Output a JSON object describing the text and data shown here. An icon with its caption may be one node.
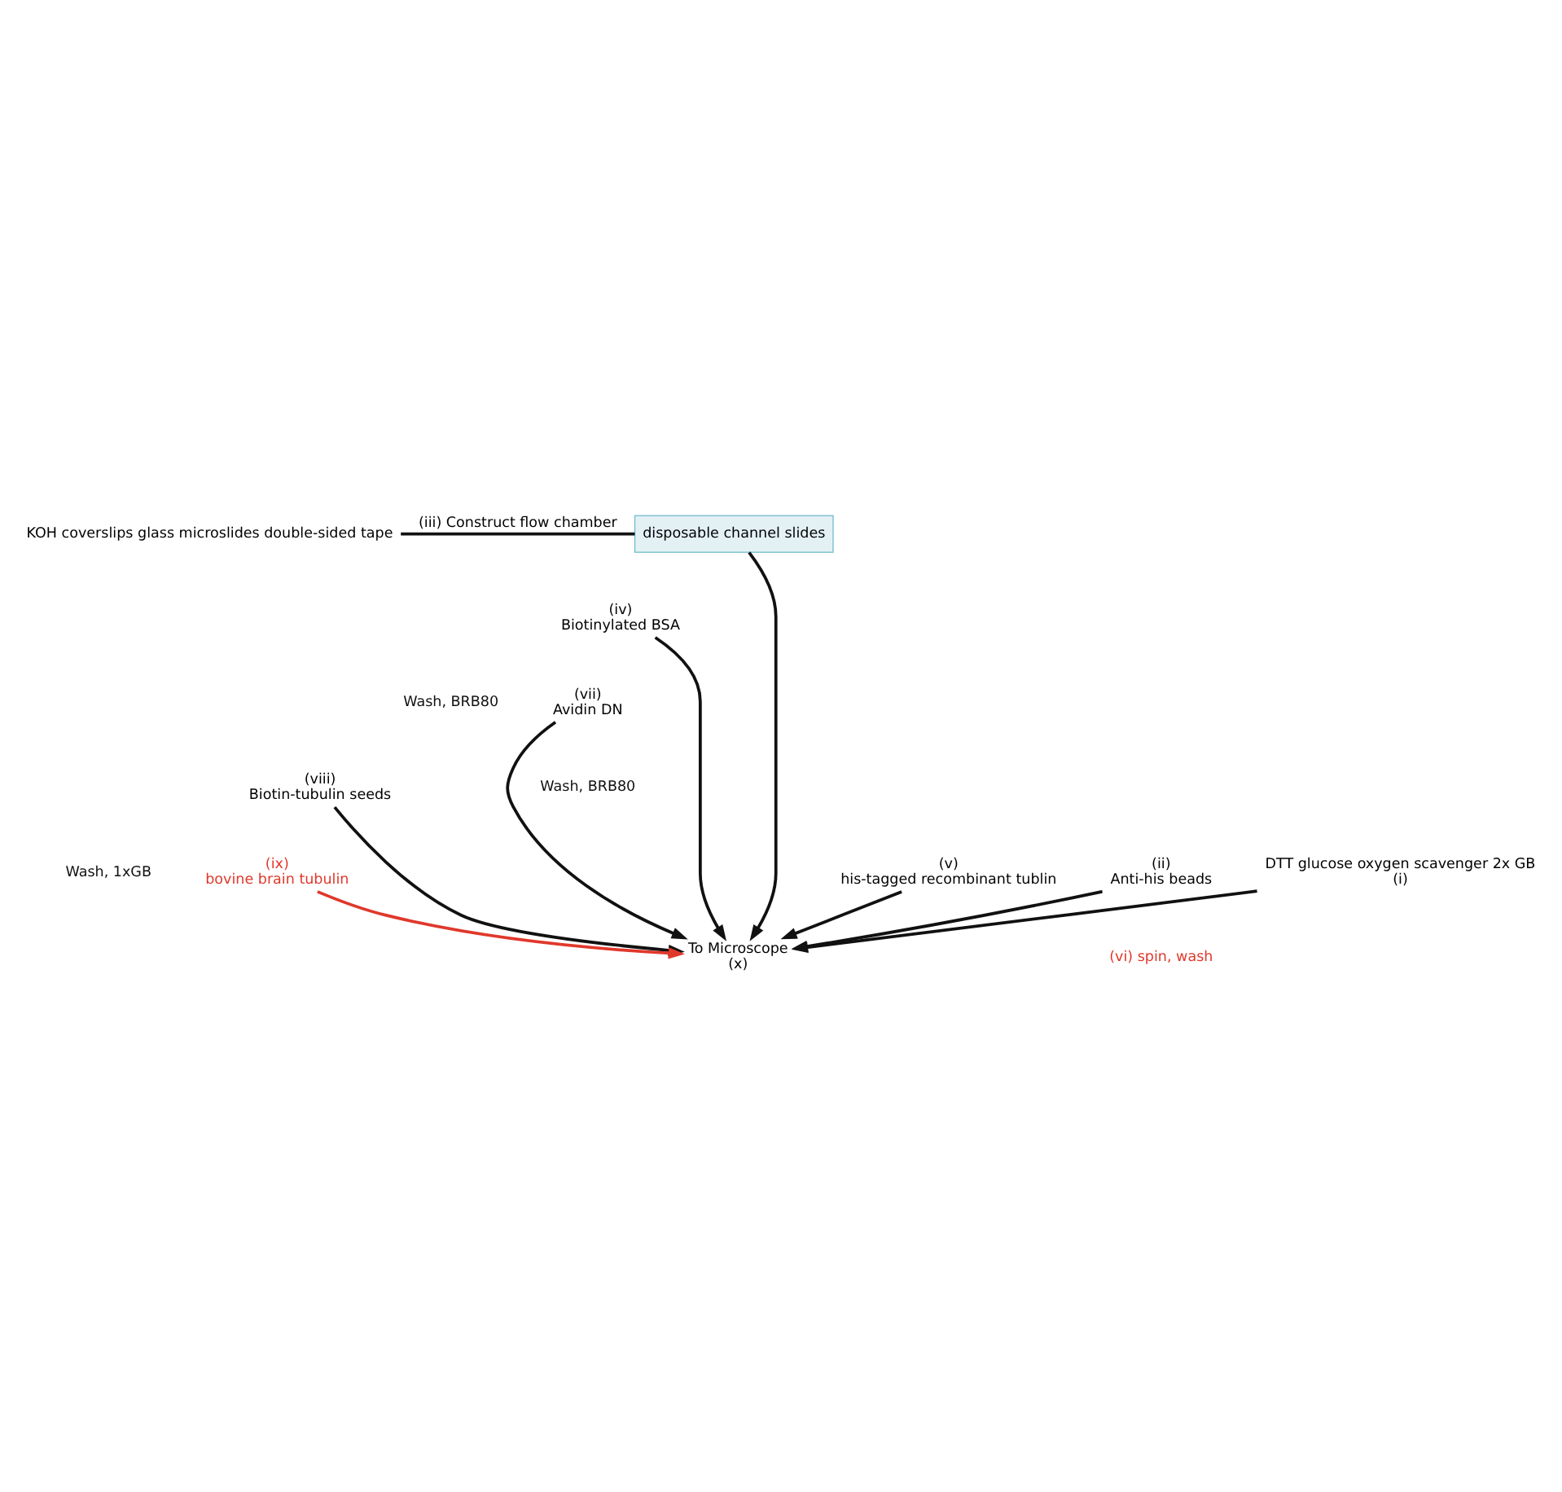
{
  "diagram": {
    "nodes": [
      {
        "text": [
          "KOH coverslips glass microslides double-sided tape"
        ]
      },
      {
        "text": [
          "disposable channel slides"
        ]
      },
      {
        "text": [
          "(iv)",
          "Biotinylated BSA"
        ]
      },
      {
        "text": [
          "(vii)",
          "Avidin DN"
        ]
      },
      {
        "text": [
          "(viii)",
          "Biotin-tubulin seeds"
        ]
      },
      {
        "text": [
          "(v)",
          "his-tagged recombinant tublin"
        ]
      },
      {
        "text": [
          "(ii)",
          "Anti-his beads"
        ]
      },
      {
        "text": [
          "(ix)",
          "bovine brain tubulin"
        ]
      },
      {
        "text": [
          "DTT glucose oxygen scavenger 2x GB",
          "(i)"
        ]
      },
      {
        "text": [
          "To Microscope",
          "(x)"
        ]
      }
    ],
    "edges": [
      {
        "from": 0,
        "to": 1,
        "arrow": "none",
        "label": "(iii) Construct flow chamber"
      },
      {
        "from": 1,
        "to": 9,
        "arrow": "to"
      },
      {
        "from": 2,
        "to": 9,
        "arrow": "to"
      },
      {
        "from": 3,
        "to": 9,
        "arrow": "to"
      },
      {
        "from": 4,
        "to": 9,
        "arrow": "to"
      },
      {
        "from": 5,
        "to": 9,
        "arrow": "to"
      },
      {
        "from": 6,
        "to": 9,
        "arrow": "to"
      },
      {
        "from": 7,
        "to": 9,
        "arrow": "to",
        "color": "#e0382b"
      },
      {
        "from": 8,
        "to": 9,
        "arrow": "to"
      }
    ],
    "labels": [
      "Wash, BRB80",
      "Wash, BRB80",
      "Wash, 1xGB",
      "(vi) spin, wash"
    ]
  }
}
